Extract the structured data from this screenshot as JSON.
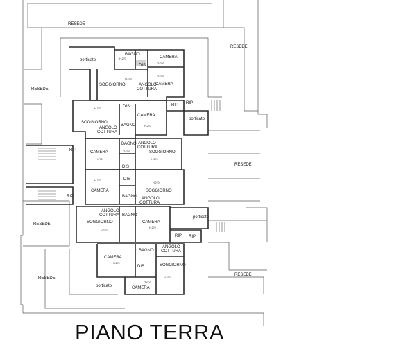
{
  "title": "PIANO TERRA",
  "rooms": [
    {
      "id": "resede-top",
      "label": "RESEDE"
    },
    {
      "id": "resede-top-right",
      "label": "RESEDE"
    },
    {
      "id": "resede-left",
      "label": "RESEDE"
    },
    {
      "id": "resede-right",
      "label": "RESEDE"
    },
    {
      "id": "resede-left-bottom",
      "label": "RESEDE"
    },
    {
      "id": "resede-bottom-left",
      "label": "RESEDE"
    },
    {
      "id": "resede-bottom-right",
      "label": "RESEDE"
    },
    {
      "id": "porticato-top",
      "label": "porticato"
    },
    {
      "id": "porticato-right",
      "label": "porticato"
    },
    {
      "id": "porticato-right2",
      "label": "porticato"
    },
    {
      "id": "porticato-bottom",
      "label": "porticato"
    },
    {
      "id": "bagno-1",
      "label": "BAGNO",
      "h": "H.270"
    },
    {
      "id": "camera-1",
      "label": "CAMERA",
      "h": "H.270"
    },
    {
      "id": "dis-1",
      "label": "DIS"
    },
    {
      "id": "soggiorno-1",
      "label": "SOGGIORNO",
      "h": "H.270"
    },
    {
      "id": "angolo-1",
      "label": "ANGOLO COTTURA"
    },
    {
      "id": "camera-1b",
      "label": "CAMERA",
      "h": "H.270"
    },
    {
      "id": "soggiorno-2",
      "label": "SOGGIORNO",
      "h": "H.270"
    },
    {
      "id": "angolo-2",
      "label": "ANGOLO COTTURA"
    },
    {
      "id": "dis-2",
      "label": "DIS"
    },
    {
      "id": "bagno-2",
      "label": "BAGNO"
    },
    {
      "id": "camera-2",
      "label": "CAMERA",
      "h": "H.270"
    },
    {
      "id": "rip-1",
      "label": "RIP"
    },
    {
      "id": "rip-2",
      "label": "RIP"
    },
    {
      "id": "camera-3",
      "label": "CAMERA",
      "h": "H.270"
    },
    {
      "id": "bagno-3",
      "label": "BAGNO",
      "h": "H.270"
    },
    {
      "id": "angolo-3",
      "label": "ANGOLO COTTURA"
    },
    {
      "id": "soggiorno-3",
      "label": "SOGGIORNO",
      "h": "H.270"
    },
    {
      "id": "dis-3",
      "label": "DIS"
    },
    {
      "id": "rip-left",
      "label": "RIP"
    },
    {
      "id": "camera-4",
      "label": "CAMERA",
      "h": "H.270"
    },
    {
      "id": "dis-4",
      "label": "DIS"
    },
    {
      "id": "bagno-4",
      "label": "BAGNO"
    },
    {
      "id": "soggiorno-4",
      "label": "SOGGIORNO",
      "h": "H.270"
    },
    {
      "id": "angolo-4",
      "label": "ANGOLO COTTURA"
    },
    {
      "id": "rip-left2",
      "label": "RIP"
    },
    {
      "id": "angolo-5",
      "label": "ANGOLO COTTURA"
    },
    {
      "id": "soggiorno-5",
      "label": "SOGGIORNO",
      "h": "H.270"
    },
    {
      "id": "bagno-5",
      "label": "BAGNO"
    },
    {
      "id": "camera-5",
      "label": "CAMERA",
      "h": "H.270"
    },
    {
      "id": "rip-3",
      "label": "RIP"
    },
    {
      "id": "rip-4",
      "label": "RIP"
    },
    {
      "id": "bagno-6",
      "label": "BAGNO"
    },
    {
      "id": "angolo-6",
      "label": "ANGOLO COTTURA"
    },
    {
      "id": "camera-6",
      "label": "CAMERA",
      "h": "H.270"
    },
    {
      "id": "dis-6",
      "label": "DIS"
    },
    {
      "id": "soggiorno-6",
      "label": "SOGGIORNO",
      "h": "H.270"
    },
    {
      "id": "camera-7",
      "label": "CAMERA",
      "h": "H.270"
    }
  ]
}
